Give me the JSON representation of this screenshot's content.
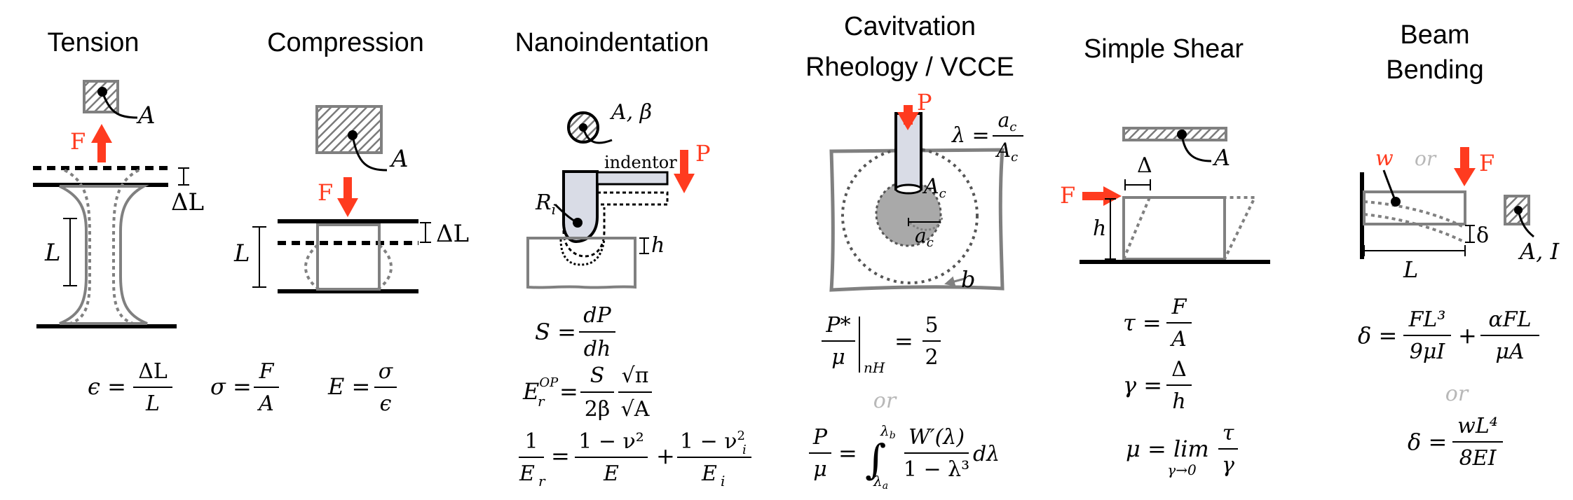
{
  "colors": {
    "accent": "#ff3b1f",
    "outline": "#808080",
    "hatch": "#808080",
    "indentor_fill": "#d9dce6"
  },
  "tension": {
    "title": "Tension",
    "area_label": "A",
    "force_label": "F",
    "delta_label": "ΔL",
    "length_label": "L",
    "eq_strain": {
      "lhs": "ϵ =",
      "num": "ΔL",
      "den": "L"
    },
    "eq_stress": {
      "lhs": "σ =",
      "num": "F",
      "den": "A"
    },
    "eq_modulus": {
      "lhs": "E =",
      "num": "σ",
      "den": "ϵ"
    }
  },
  "compression": {
    "title": "Compression",
    "area_label": "A",
    "force_label": "F",
    "delta_label": "ΔL",
    "length_label": "L"
  },
  "nanoindentation": {
    "title": "Nanoindentation",
    "area_label": "A, β",
    "indentor_label": "indentor",
    "force_label": "P",
    "radius_label": "R",
    "radius_sub": "i",
    "depth_label": "h",
    "eq_stiffness": {
      "lhs": "S =",
      "num": "dP",
      "den": "dh"
    },
    "eq_reduced_modulus": {
      "lhs": "E",
      "lhs_sub": "r",
      "lhs_sup": "OP",
      "num1": "S",
      "den1": "2β",
      "num2": "√π",
      "den2": "√A"
    },
    "eq_combined": {
      "lhs_num": "1",
      "lhs_den": "E",
      "lhs_den_sub": "r",
      "num1": "1 − ν²",
      "den1": "E",
      "plus": "+",
      "num2": "1 − ν",
      "num2_sub": "i",
      "num2_sup": "2",
      "den2": "E",
      "den2_sub": "i"
    }
  },
  "cavitation": {
    "title_line1": "Cavitvation",
    "title_line2": "Rheology / VCCE",
    "force_label": "P",
    "stretch_eq": {
      "lhs": "λ =",
      "num": "a",
      "num_sub": "c",
      "den": "A",
      "den_sub": "c"
    },
    "cavity_area_label": "A",
    "cavity_area_sub": "c",
    "cavity_radius_label": "a",
    "cavity_radius_sub": "c",
    "outer_label": "b",
    "eq_neo_hookean": {
      "num": "P*",
      "den": "μ",
      "eval_sub": "nH",
      "rhs_num": "5",
      "rhs_den": "2"
    },
    "or_label": "or",
    "eq_integral": {
      "lhs_num": "P",
      "lhs_den": "μ",
      "upper": "λ",
      "upper_sub": "b",
      "lower": "λ",
      "lower_sub": "a",
      "num": "W′(λ)",
      "den": "1 − λ³",
      "diff": "dλ"
    }
  },
  "simple_shear": {
    "title": "Simple Shear",
    "area_label": "A",
    "force_label": "F",
    "displacement_label": "Δ",
    "height_label": "h",
    "eq_shear_stress": {
      "lhs": "τ =",
      "num": "F",
      "den": "A"
    },
    "eq_shear_strain": {
      "lhs": "γ =",
      "num": "Δ",
      "den": "h"
    },
    "eq_viscosity": {
      "lhs": "μ = lim",
      "limit": "γ→0",
      "num": "τ",
      "den": "γ"
    }
  },
  "beam_bending": {
    "title_line1": "Beam",
    "title_line2": "Bending",
    "distributed_label": "w",
    "or_label": "or",
    "force_label": "F",
    "deflection_label": "δ",
    "section_label": "A, I",
    "length_label": "L",
    "eq_point_load": {
      "lhs": "δ =",
      "num1": "FL³",
      "den1": "9μI",
      "plus": "+",
      "num2": "αFL",
      "den2": "μA"
    },
    "or_between": "or",
    "eq_distributed": {
      "lhs": "δ =",
      "num": "wL⁴",
      "den": "8EI"
    }
  }
}
